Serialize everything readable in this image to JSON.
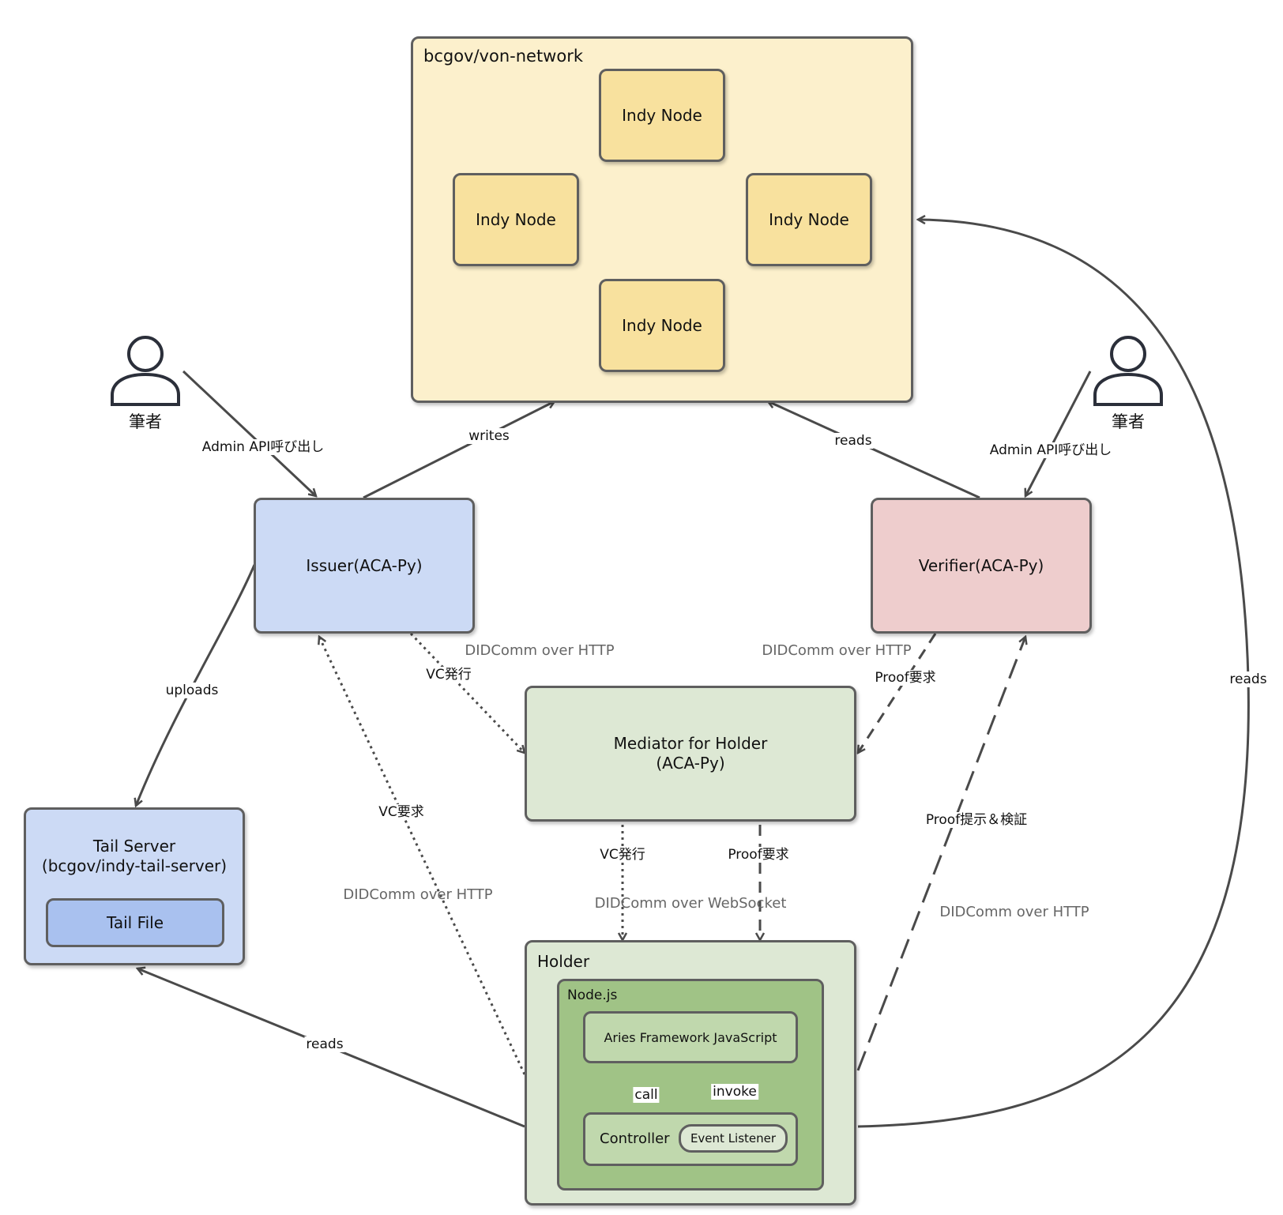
{
  "colors": {
    "network_bg": "#fcf0cc",
    "indy_node": "#f8e19e",
    "issuer": "#ccdaf5",
    "verifier": "#eecdcd",
    "mediator": "#dde8d4",
    "holder": "#dde8d4",
    "nodejs": "#a0c386",
    "afj": "#c0d8ad",
    "tail_server": "#ccdaf5",
    "tail_file": "#a9c1ef",
    "line": "#4a4a4a"
  },
  "network": {
    "title": "bcgov/von-network",
    "nodes": [
      "Indy Node",
      "Indy Node",
      "Indy Node",
      "Indy Node"
    ]
  },
  "issuer": {
    "label": "Issuer(ACA-Py)"
  },
  "verifier": {
    "label": "Verifier(ACA-Py)"
  },
  "mediator": {
    "label": "Mediator for Holder\n(ACA-Py)"
  },
  "tail_server": {
    "label": "Tail Server\n(bcgov/indy-tail-server)",
    "file_label": "Tail File"
  },
  "holder": {
    "title": "Holder",
    "nodejs_title": "Node.js",
    "afj_label": "Aries Framework JavaScript",
    "controller_label": "Controller",
    "event_listener_label": "Event Listener"
  },
  "actors": {
    "left": {
      "label": "筆者",
      "icon": "person-icon"
    },
    "right": {
      "label": "筆者",
      "icon": "person-icon"
    }
  },
  "edges": {
    "issuer_admin_api": "Admin API呼び出し",
    "verifier_admin_api": "Admin API呼び出し",
    "writes": "writes",
    "reads_verifier": "reads",
    "uploads": "uploads",
    "reads_tail": "reads",
    "reads_ledger": "reads",
    "vc_issue_1": "VC発行",
    "vc_issue_2": "VC発行",
    "vc_request": "VC要求",
    "proof_request_1": "Proof要求",
    "proof_request_2": "Proof要求",
    "proof_present": "Proof提示＆検証",
    "call": "call",
    "invoke": "invoke"
  },
  "protocols": {
    "issuer_mediator": "DIDComm over HTTP",
    "verifier_mediator": "DIDComm over HTTP",
    "holder_issuer": "DIDComm over HTTP",
    "mediator_holder": "DIDComm over WebSocket",
    "holder_verifier": "DIDComm over HTTP"
  }
}
